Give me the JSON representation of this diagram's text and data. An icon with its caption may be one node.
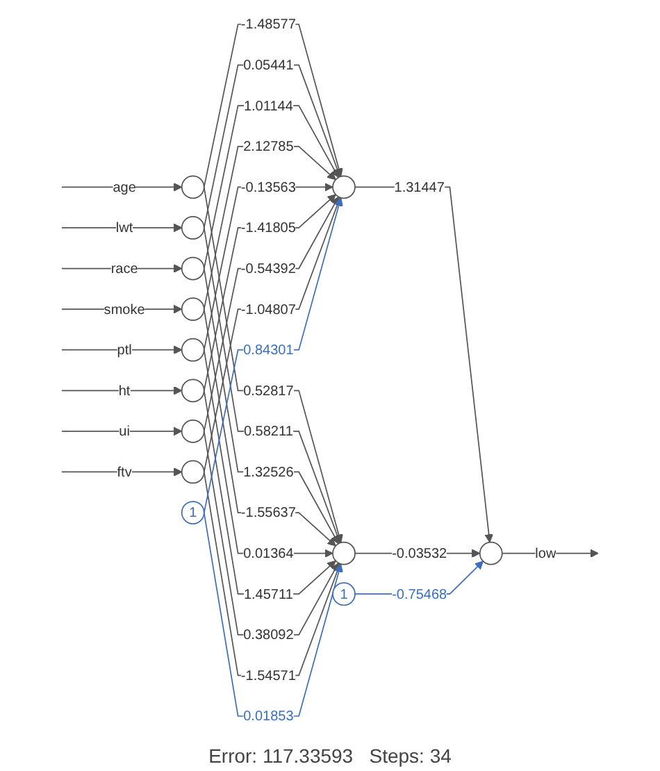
{
  "diagram": {
    "caption": "Error: 117.33593   Steps: 34",
    "nodes": [
      {
        "text": [],
        "shape": "circle"
      },
      {
        "text": [],
        "shape": "circle"
      },
      {
        "text": [],
        "shape": "circle"
      },
      {
        "text": [],
        "shape": "circle"
      },
      {
        "text": [],
        "shape": "circle"
      },
      {
        "text": [],
        "shape": "circle"
      },
      {
        "text": [],
        "shape": "circle"
      },
      {
        "text": [],
        "shape": "circle"
      },
      {
        "text": [
          "1"
        ]
      },
      {
        "text": [],
        "shape": "circle"
      },
      {
        "text": [],
        "shape": "circle"
      },
      {
        "text": [
          "1"
        ]
      },
      {
        "text": [],
        "shape": "circle"
      }
    ],
    "edges": [
      {
        "from": null,
        "to": 0,
        "arrow": "to",
        "label": "age"
      },
      {
        "from": null,
        "to": 1,
        "arrow": "to",
        "label": "lwt"
      },
      {
        "from": null,
        "to": 2,
        "arrow": "to",
        "label": "race"
      },
      {
        "from": null,
        "to": 3,
        "arrow": "to",
        "label": "smoke"
      },
      {
        "from": null,
        "to": 4,
        "arrow": "to",
        "label": "ptl"
      },
      {
        "from": null,
        "to": 5,
        "arrow": "to",
        "label": "ht"
      },
      {
        "from": null,
        "to": 6,
        "arrow": "to",
        "label": "ui"
      },
      {
        "from": null,
        "to": 7,
        "arrow": "to",
        "label": "ftv"
      },
      {
        "from": 0,
        "to": 9,
        "arrow": "to",
        "label": "-1.48577"
      },
      {
        "from": 0,
        "to": 10,
        "arrow": "to",
        "label": "0.52817"
      },
      {
        "from": 1,
        "to": 9,
        "arrow": "to",
        "label": "0.05441"
      },
      {
        "from": 1,
        "to": 10,
        "arrow": "to",
        "label": "0.58211"
      },
      {
        "from": 2,
        "to": 9,
        "arrow": "to",
        "label": "1.01144"
      },
      {
        "from": 2,
        "to": 10,
        "arrow": "to",
        "label": "1.32526"
      },
      {
        "from": 3,
        "to": 9,
        "arrow": "to",
        "label": "2.12785"
      },
      {
        "from": 3,
        "to": 10,
        "arrow": "to",
        "label": "-1.55637"
      },
      {
        "from": 4,
        "to": 9,
        "arrow": "to",
        "label": "-0.13563"
      },
      {
        "from": 4,
        "to": 10,
        "arrow": "to",
        "label": "0.01364"
      },
      {
        "from": 5,
        "to": 9,
        "arrow": "to",
        "label": "-1.41805"
      },
      {
        "from": 5,
        "to": 10,
        "arrow": "to",
        "label": "1.45711"
      },
      {
        "from": 6,
        "to": 9,
        "arrow": "to",
        "label": "-0.54392"
      },
      {
        "from": 6,
        "to": 10,
        "arrow": "to",
        "label": "0.38092"
      },
      {
        "from": 7,
        "to": 9,
        "arrow": "to",
        "label": "-1.04807"
      },
      {
        "from": 7,
        "to": 10,
        "arrow": "to",
        "label": "-1.54571"
      },
      {
        "from": 8,
        "to": 9,
        "arrow": "to",
        "label": "0.84301",
        "color": "#3a6fc0"
      },
      {
        "from": 8,
        "to": 10,
        "arrow": "to",
        "label": "0.01853",
        "color": "#3a6fc0"
      },
      {
        "from": 9,
        "to": 12,
        "arrow": "to",
        "label": "1.31447"
      },
      {
        "from": 10,
        "to": 12,
        "arrow": "to",
        "label": "-0.03532"
      },
      {
        "from": 11,
        "to": 12,
        "arrow": "to",
        "label": "-0.75468",
        "color": "#3a6fc0"
      },
      {
        "from": 12,
        "to": null,
        "arrow": "to",
        "label": "low"
      }
    ]
  }
}
